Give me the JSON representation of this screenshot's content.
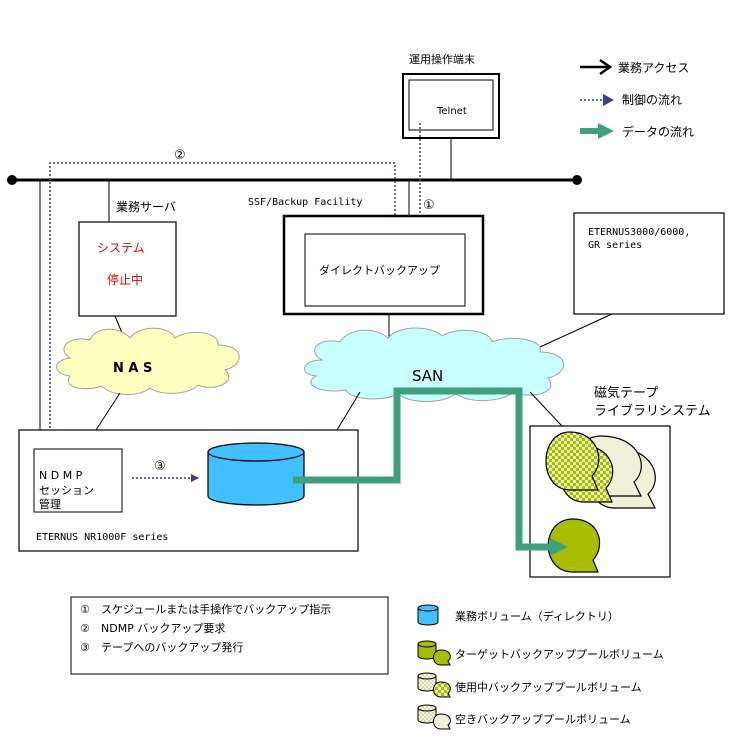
{
  "legend_top": {
    "business_access": "業務アクセス",
    "control_flow": "制御の流れ",
    "data_flow": "データの流れ"
  },
  "terminal": {
    "title": "運用操作端末",
    "screen_label": "Telnet"
  },
  "steps": {
    "s1": "①",
    "s2": "②",
    "s3": "③"
  },
  "server": {
    "title": "業務サーバ",
    "status_line1": "システム",
    "status_line2": "停止中"
  },
  "ssf": {
    "title": "SSF/Backup Facility",
    "inner_label": "ダイレクトバックアップ"
  },
  "eternus_storage": {
    "line1": "ETERNUS3000/6000,",
    "line2": "GR series"
  },
  "nas": {
    "label": "N A S"
  },
  "san": {
    "label": "SAN"
  },
  "tape": {
    "title_line1": "磁気テープ",
    "title_line2": "ライブラリシステム"
  },
  "nr1000f": {
    "label": "ETERNUS NR1000F series",
    "ndmp_line1": "N D M P",
    "ndmp_line2": "セッション",
    "ndmp_line3": "管理"
  },
  "notes": [
    {
      "num": "①",
      "text": "スケジュールまたは手操作でバックアップ指示"
    },
    {
      "num": "②",
      "text": "NDMP バックアップ要求"
    },
    {
      "num": "③",
      "text": "テープへのバックアップ発行"
    }
  ],
  "legend_bottom": {
    "business_volume": "業務ボリューム（ディレクトリ）",
    "target_pool": "ターゲットバックアッププールボリューム",
    "in_use_pool": "使用中バックアッププールボリューム",
    "free_pool": "空きバックアッププールボリューム"
  },
  "colors": {
    "control_flow": "#3c3c8c",
    "data_flow": "#3fa07e",
    "status_red": "#e00000",
    "nas_cloud": "#ffffc0",
    "san_cloud": "#c8ffff",
    "volume_blue": "#40c0ff",
    "tape_green": "#a8bc00",
    "tape_free": "#f0f0d8"
  }
}
